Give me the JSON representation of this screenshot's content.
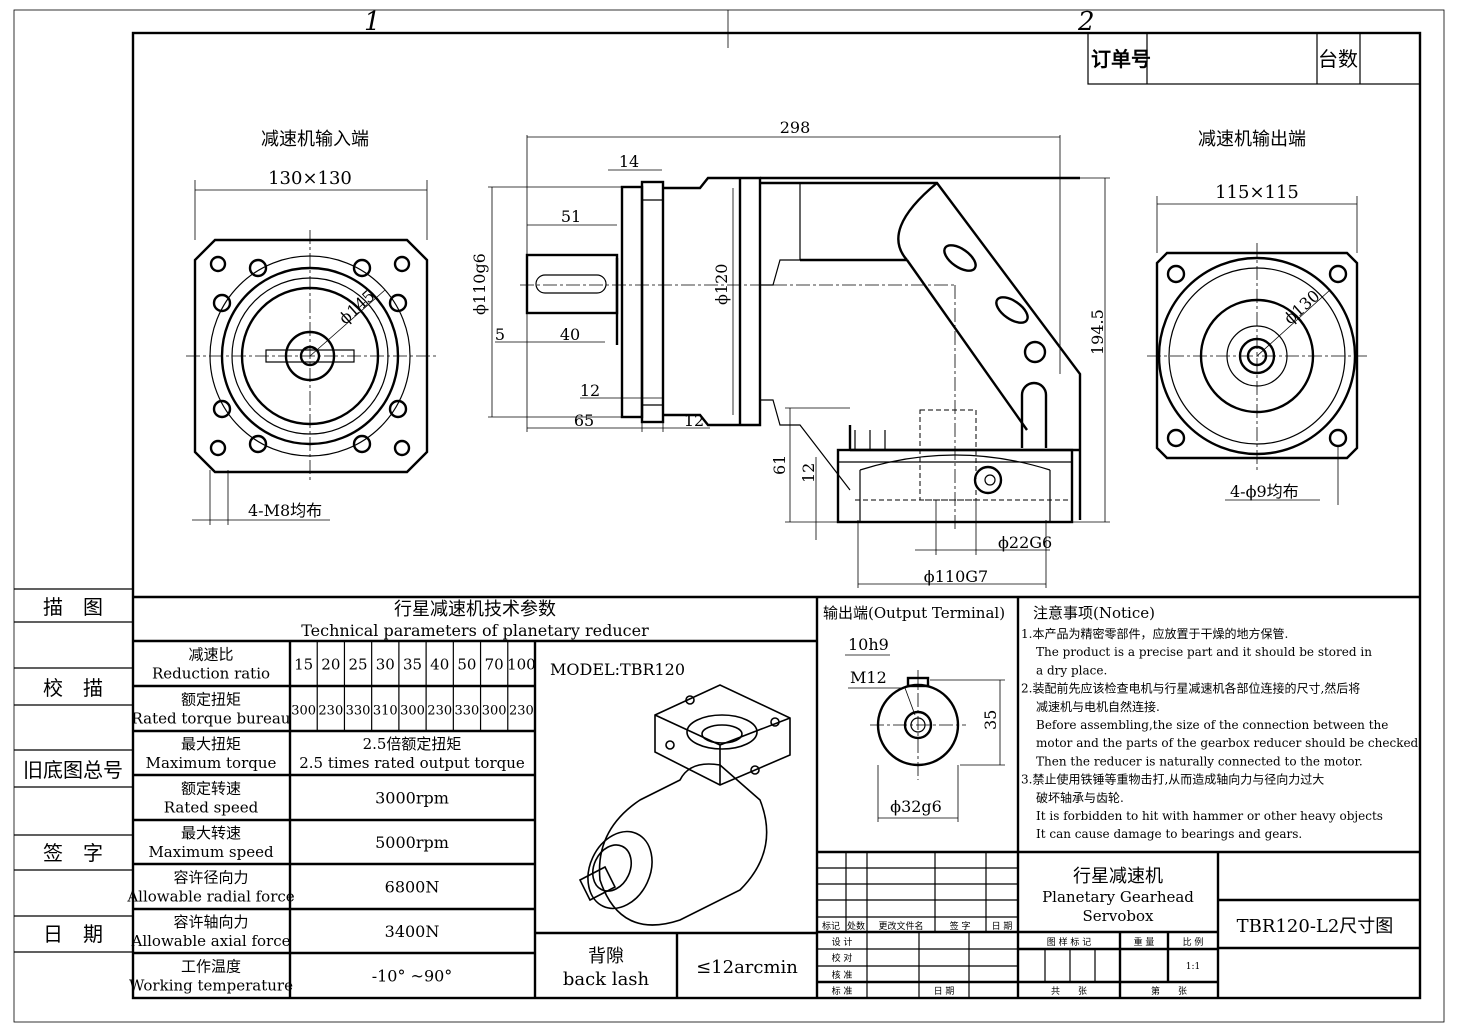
{
  "zones": {
    "one": "1",
    "two": "2"
  },
  "order_box": {
    "order_no": "订单号",
    "quantity": "台数"
  },
  "side_strip": [
    "描　图",
    "校　描",
    "旧底图总号",
    "签　字",
    "日　期"
  ],
  "views": {
    "input_title": "减速机输入端",
    "input_flange": "130×130",
    "input_pcd": "ϕ145",
    "input_holes": "4-M8均布",
    "output_title": "减速机输出端",
    "output_flange": "115×115",
    "output_pcd": "ϕ130",
    "output_holes": "4-ϕ9均布"
  },
  "dimensions": {
    "overall_length": "298",
    "d14": "14",
    "d51": "51",
    "d5": "5",
    "d40": "40",
    "d12a": "12",
    "d65": "65",
    "d12b": "12",
    "shaft_dia": "ϕ110g6",
    "body_dia": "ϕ120",
    "height": "194.5",
    "d61": "61",
    "d12c": "12",
    "bore": "ϕ22G6",
    "spigot": "ϕ110G7"
  },
  "tech_table": {
    "title_cn": "行星减速机技术参数",
    "title_en": "Technical parameters of planetary reducer",
    "rows": [
      {
        "cn": "减速比",
        "en": "Reduction ratio",
        "values": [
          "15",
          "20",
          "25",
          "30",
          "35",
          "40",
          "50",
          "70",
          "100"
        ]
      },
      {
        "cn": "额定扭矩",
        "en": "Rated torque bureau",
        "values": [
          "300",
          "230",
          "330",
          "310",
          "300",
          "230",
          "330",
          "300",
          "230"
        ]
      },
      {
        "cn": "最大扭矩",
        "en": "Maximum torque",
        "value_cn": "2.5倍额定扭矩",
        "value": "2.5 times rated output torque"
      },
      {
        "cn": "额定转速",
        "en": "Rated speed",
        "value": "3000rpm"
      },
      {
        "cn": "最大转速",
        "en": "Maximum speed",
        "value": "5000rpm"
      },
      {
        "cn": "容许径向力",
        "en": "Allowable radial force",
        "value": "6800N"
      },
      {
        "cn": "容许轴向力",
        "en": "Allowable axial force",
        "value": "3400N"
      },
      {
        "cn": "工作温度",
        "en": "Working temperature",
        "value": "-10° ~90°"
      }
    ]
  },
  "model": {
    "label": "MODEL:TBR120",
    "backlash_cn": "背隙",
    "backlash_en": "back lash",
    "backlash_value": "≤12arcmin"
  },
  "output_terminal": {
    "title": "输出端(Output Terminal)",
    "key": "10h9",
    "thread": "M12",
    "height": "35",
    "dia": "ϕ32g6"
  },
  "notice": {
    "title": "注意事项(Notice)",
    "lines": [
      "1.本产品为精密零部件，应放置于干燥的地方保管.",
      "The product is a precise part and it should be stored in",
      "a dry place.",
      "2.装配前先应该检查电机与行星减速机各部位连接的尺寸,然后将",
      "减速机与电机自然连接.",
      "Before assembling,the size of the connection between the",
      "motor and the parts of the gearbox reducer should be checked,",
      "Then the reducer is naturally connected to the motor.",
      "3.禁止使用铁锤等重物击打,从而造成轴向力与径向力过大",
      "破坏轴承与齿轮.",
      "It is forbidden to hit with hammer or other heavy objects",
      "It can cause damage to bearings and gears."
    ]
  },
  "title_block": {
    "rev_headers": [
      "标记",
      "处数",
      "更改文件名",
      "签 字",
      "日 期"
    ],
    "roles": [
      "设 计",
      "校 对",
      "核 准",
      "标 准"
    ],
    "date": "日 期",
    "name_cn": "行星减速机",
    "name_en1": "Planetary Gearhead",
    "name_en2": "Servobox",
    "drawing_mark": "图 样 标 记",
    "weight": "重 量",
    "scale_label": "比 例",
    "scale": "1:1",
    "total_sheets": "共　　张",
    "sheet_no": "第　　张",
    "drawing_title": "TBR120-L2尺寸图"
  }
}
